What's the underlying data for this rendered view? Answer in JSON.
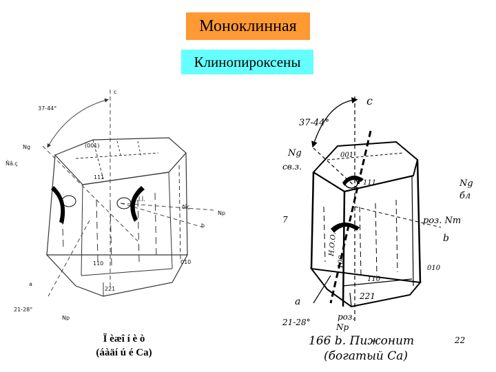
{
  "header": {
    "title": "Моноклинная",
    "subtitle": "Клинопироксены",
    "title_color": "#ff9933",
    "subtitle_color": "#66ffff"
  },
  "left_figure": {
    "caption_line1": "Ï èæî í è ò",
    "caption_line2": "(áàäí ú é Ca)",
    "labels": {
      "c": "c",
      "angle": "37-44°",
      "ng": "Ng",
      "sv": "Ñâ.ç",
      "f001": "(001)",
      "f111": "111",
      "axis": "Ì.Î.Î.",
      "roz": "ðîç",
      "np_right": "Np",
      "b": "b",
      "f010": "010",
      "f110": "110",
      "f221": "221",
      "a": "a",
      "angle2": "21-28°",
      "np_bottom": "Np"
    }
  },
  "right_figure": {
    "caption_line1": "166 b. Пижонит",
    "caption_line2": "(богатый Са)",
    "labels": {
      "c": "c",
      "angle": "37-44°",
      "ng": "Ng",
      "sv": "св.з.",
      "f001": "001",
      "f111": "111",
      "axis": "Н.О.О.",
      "f100": "100",
      "roz_nm": "роз. Nm",
      "b": "b",
      "f010": "010",
      "f110": "110",
      "f221": "221",
      "a": "a",
      "angle2": "21-28°",
      "roz": "роз.",
      "np": "Np",
      "edge_ng": "Ng",
      "edge_bl": "бл",
      "page_num": "22",
      "mark7": "7"
    }
  }
}
